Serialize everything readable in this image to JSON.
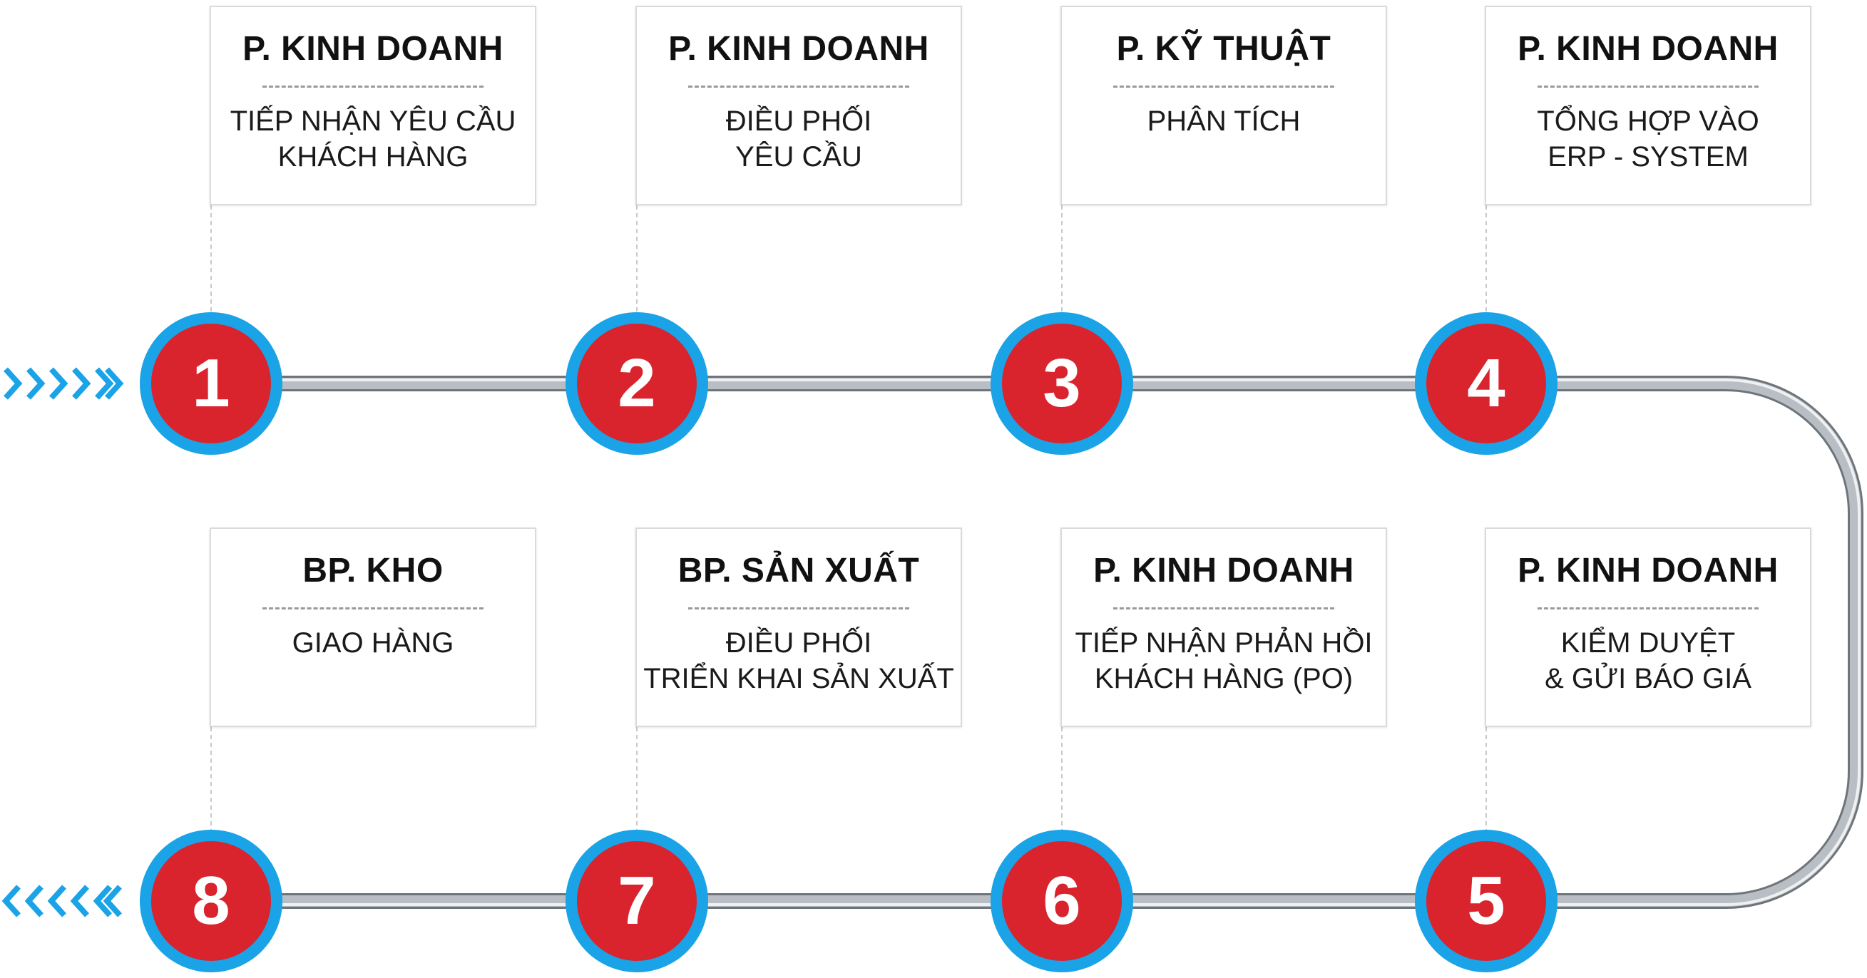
{
  "steps": [
    {
      "number": "1",
      "department": "P. KINH DOANH",
      "task": "TIẾP NHẬN YÊU CẦU\nKHÁCH HÀNG"
    },
    {
      "number": "2",
      "department": "P. KINH DOANH",
      "task": "ĐIỀU PHỐI\nYÊU CẦU"
    },
    {
      "number": "3",
      "department": "P. KỸ THUẬT",
      "task": "PHÂN TÍCH"
    },
    {
      "number": "4",
      "department": "P. KINH DOANH",
      "task": "TỔNG HỢP VÀO\nERP - SYSTEM"
    },
    {
      "number": "5",
      "department": "P. KINH DOANH",
      "task": "KIỂM DUYỆT\n& GỬI BÁO GIÁ"
    },
    {
      "number": "6",
      "department": "P. KINH DOANH",
      "task": "TIẾP NHẬN PHẢN HỒI\nKHÁCH HÀNG (PO)"
    },
    {
      "number": "7",
      "department": "BP. SẢN XUẤT",
      "task": "ĐIỀU PHỐI\nTRIỂN KHAI SẢN XUẤT"
    },
    {
      "number": "8",
      "department": "BP. KHO",
      "task": "GIAO HÀNG"
    }
  ],
  "colors": {
    "circle_ring": "#1aa3e6",
    "circle_fill": "#d9232d",
    "chevrons": "#1aa3e6",
    "track": "#b8bec3"
  },
  "icons": {
    "entry": "chevrons-right-icon",
    "exit": "chevrons-left-icon"
  }
}
